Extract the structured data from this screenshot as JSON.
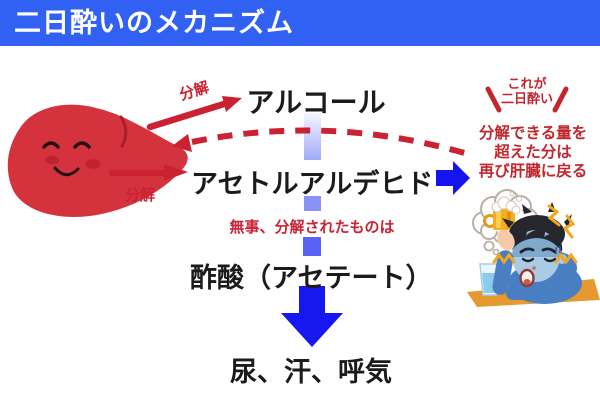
{
  "header": {
    "title": "二日酔いのメカニズム",
    "bg_color": "#3161F3"
  },
  "flow": {
    "alcohol": "アルコール",
    "acetaldehyde": "アセトルアルデヒド",
    "safe_note": "無事、分解されたものは",
    "acetate": "酢酸（アセテート）",
    "excretion": "尿、汗、呼気"
  },
  "liver": {
    "decompose_label_upper": "分解",
    "decompose_label_lower": "分解"
  },
  "callout": {
    "line1": "これが",
    "line2": "二日酔い"
  },
  "overflow_note": {
    "line1": "分解できる量を",
    "line2": "超えた分は",
    "line3": "再び肝臓に戻る"
  },
  "illustrations": {
    "liver": "liver-cartoon-icon",
    "person": "hungover-person-icon",
    "thought_bubble": "beer-thought-bubble-icon"
  },
  "colors": {
    "header_bg": "#3161F3",
    "text_black": "#1b1b1b",
    "red_arrow": "#CB2233",
    "red_note": "#C1272D",
    "blue_arrow": "#1717EF",
    "liver_red": "#D4333E",
    "table_orange": "#E5992F",
    "shirt_blue": "#4A7EC2",
    "sick_face_blue": "#A9CBE3",
    "beer_amber": "#F5AE19",
    "zigzag_orange": "#F2A71B"
  }
}
